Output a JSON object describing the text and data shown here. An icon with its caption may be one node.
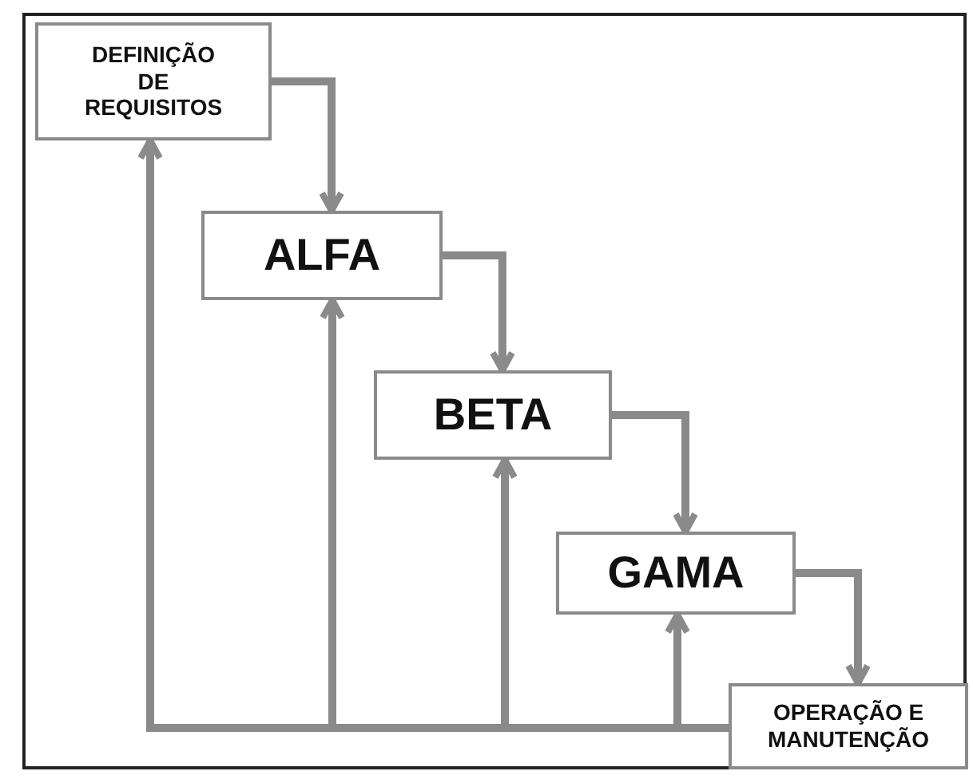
{
  "diagram": {
    "nodes": [
      {
        "text": [
          "DEFINIÇÃO DE REQUISITOS"
        ]
      },
      {
        "text": [
          "ALFA"
        ]
      },
      {
        "text": [
          "BETA"
        ]
      },
      {
        "text": [
          "GAMA"
        ]
      },
      {
        "text": [
          "OPERAÇÃO E MANUTENÇÃO"
        ]
      }
    ],
    "edges": [
      {
        "from": 0,
        "to": 1,
        "arrow": "to"
      },
      {
        "from": 1,
        "to": 2,
        "arrow": "to"
      },
      {
        "from": 2,
        "to": 3,
        "arrow": "to"
      },
      {
        "from": 3,
        "to": 4,
        "arrow": "to"
      },
      {
        "from": 4,
        "to": 3,
        "arrow": "to"
      },
      {
        "from": 4,
        "to": 2,
        "arrow": "to"
      },
      {
        "from": 4,
        "to": 1,
        "arrow": "to"
      },
      {
        "from": 4,
        "to": 0,
        "arrow": "to"
      }
    ]
  }
}
